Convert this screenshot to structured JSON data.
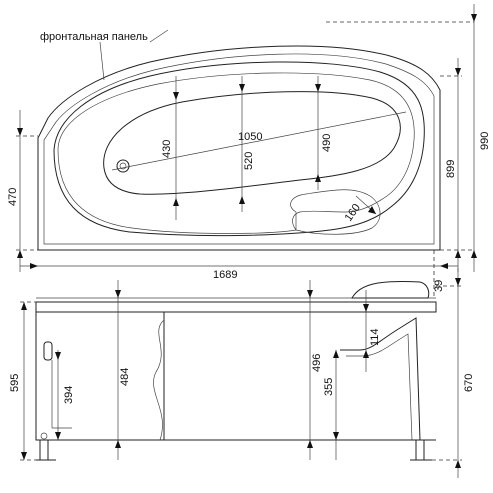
{
  "top_view": {
    "front_panel_label": "фронтальная панель",
    "dims": {
      "length": "1689",
      "width_max": "990",
      "width_inner": "899",
      "end_width": "470",
      "bowl_length": "1050",
      "bowl_width_left": "430",
      "bowl_width_mid": "520",
      "bowl_width_right": "490",
      "seat_radius": "160",
      "offset": "39"
    }
  },
  "side_view": {
    "dims": {
      "total_height": "595",
      "height_with_frame": "670",
      "rim_depth_left": "484",
      "rim_depth_right": "496",
      "seat_height": "355",
      "seat_to_rim": "114",
      "overflow_height": "394"
    }
  }
}
